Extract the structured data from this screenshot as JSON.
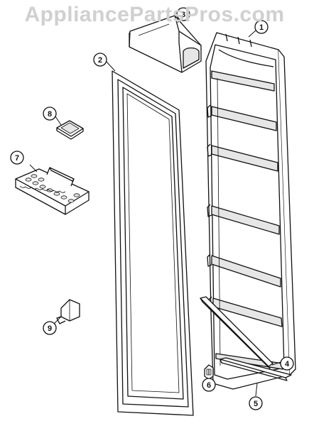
{
  "watermark": "AppliancePartsPros.com",
  "callouts": [
    "1",
    "2",
    "3",
    "4",
    "5",
    "6",
    "7",
    "8",
    "9"
  ],
  "colors": {
    "line": "#111111",
    "fill": "#ffffff",
    "shade": "#e6e6e6",
    "watermark": "#d0d0d0"
  }
}
